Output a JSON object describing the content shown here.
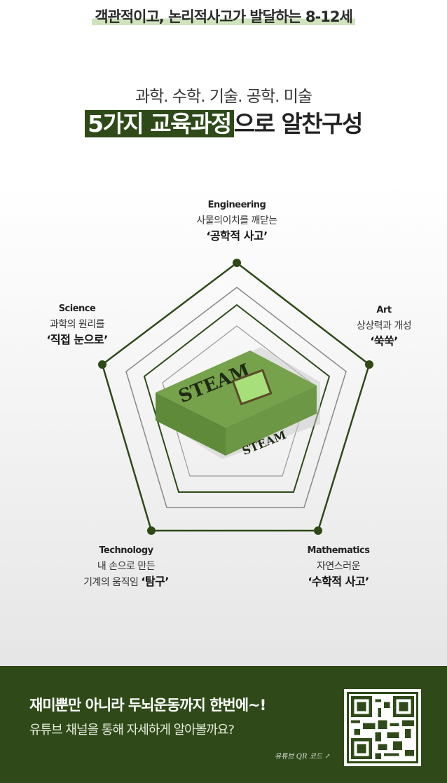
{
  "headline": "객관적이고, 논리적사고가 발달하는 8-12세",
  "subtitle": "과학. 수학. 기술. 공학. 미술",
  "title": {
    "highlight": "5가지 교육과정",
    "rest": "으로  알찬구성"
  },
  "product": {
    "name": "STEAM"
  },
  "radar": {
    "engineering": {
      "en": "Engineering",
      "desc": "사물의이치를 깨닫는",
      "em": "‘공학적 사고’"
    },
    "science": {
      "en": "Science",
      "desc": "과학의 원리를",
      "em": "‘직접 눈으로’"
    },
    "art": {
      "en": "Art",
      "desc": "상상력과 개성",
      "em": "‘쑥쑥’"
    },
    "technology": {
      "en": "Technology",
      "desc": "내 손으로 만든",
      "desc2": "기계의 움직임",
      "em": "‘탐구’"
    },
    "mathematics": {
      "en": "Mathematics",
      "desc": "자연스러운",
      "em": "‘수학적 사고’"
    }
  },
  "banner": {
    "line1": "재미뿐만 아니라 두뇌운동까지 한번에~!",
    "line2": "유튜브 채널을 통해 자세하게 알아볼까요?",
    "qr_note": "유튜브 QR 코드"
  },
  "colors": {
    "brand": "#2f4a18",
    "highlight": "#cfe3bd"
  }
}
